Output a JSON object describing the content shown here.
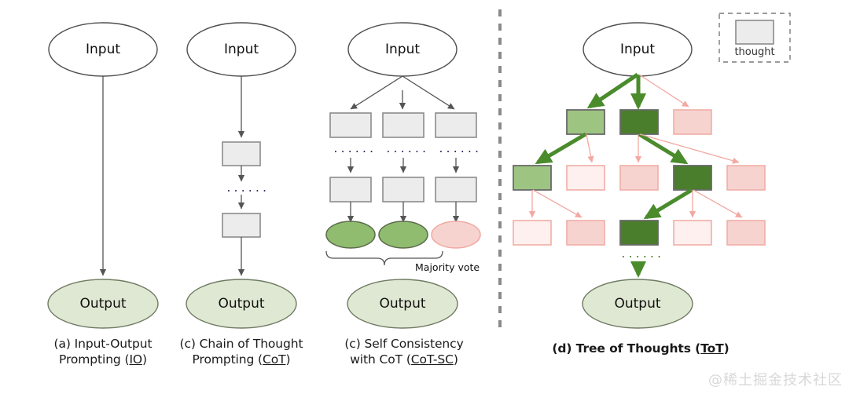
{
  "figure": {
    "title_implicit": "Comparison of prompting schemes",
    "divider": "vertical-dashed-separator"
  },
  "legend": {
    "swatch_name": "thought-box-swatch",
    "label": "thought",
    "swatch_fill": "#ececec",
    "swatch_stroke": "#8c8c8c",
    "box_stroke": "#7a7a7a"
  },
  "colors": {
    "input_fill": "#ffffff",
    "input_stroke": "#4d4d4d",
    "output_fill": "#dfe8d2",
    "output_stroke": "#6f7a62",
    "thought_fill": "#ececec",
    "thought_stroke": "#8c8c8c",
    "arrow_gray": "#555555",
    "green_mid": "#8fbc6e",
    "green_light": "#9ec482",
    "green_dark": "#4a7d2c",
    "green_arrow": "#4a8b2c",
    "pink_fill": "#f7d3d0",
    "pink_pale": "#fdf0ee",
    "pink_stroke": "#f0a9a2",
    "pink_arrow": "#f3a9a2",
    "divider": "#8a8a8a",
    "watermark": "#d8d8d8"
  },
  "columns": [
    {
      "id": "io",
      "caption_line1": "(a) Input-Output",
      "caption_line2_pre": "Prompting (",
      "caption_line2_abbr": "IO",
      "caption_line2_post": ")",
      "input_label": "Input",
      "output_label": "Output",
      "thought_count": 0
    },
    {
      "id": "cot",
      "caption_line1": "(c) Chain of Thought",
      "caption_line2_pre": "Prompting (",
      "caption_line2_abbr": "CoT",
      "caption_line2_post": ")",
      "input_label": "Input",
      "output_label": "Output",
      "thought_count": 2,
      "ellipsis": "......"
    },
    {
      "id": "cot-sc",
      "caption_line1": "(c) Self Consistency",
      "caption_line2_pre": "with CoT (",
      "caption_line2_abbr": "CoT-SC",
      "caption_line2_post": ")",
      "input_label": "Input",
      "output_label": "Output",
      "branches": 3,
      "ellipsis": "......",
      "vote_label": "Majority vote",
      "branch_results": [
        "green",
        "green",
        "pink"
      ]
    },
    {
      "id": "tot",
      "caption_pre": "(d) Tree of Thoughts (",
      "caption_abbr": "ToT",
      "caption_post": ")",
      "input_label": "Input",
      "output_label": "Output",
      "ellipsis": "......",
      "levels": [
        {
          "level": 1,
          "nodes": [
            "green-light",
            "green-dark",
            "pink"
          ]
        },
        {
          "level": 2,
          "nodes": [
            "green-light",
            "pink-pale",
            "pink",
            "green-dark",
            "pink"
          ]
        },
        {
          "level": 3,
          "nodes": [
            "pink-pale",
            "pink",
            "green-dark",
            "pink-pale",
            "pink"
          ]
        }
      ]
    }
  ],
  "watermark": "@稀土掘金技术社区"
}
